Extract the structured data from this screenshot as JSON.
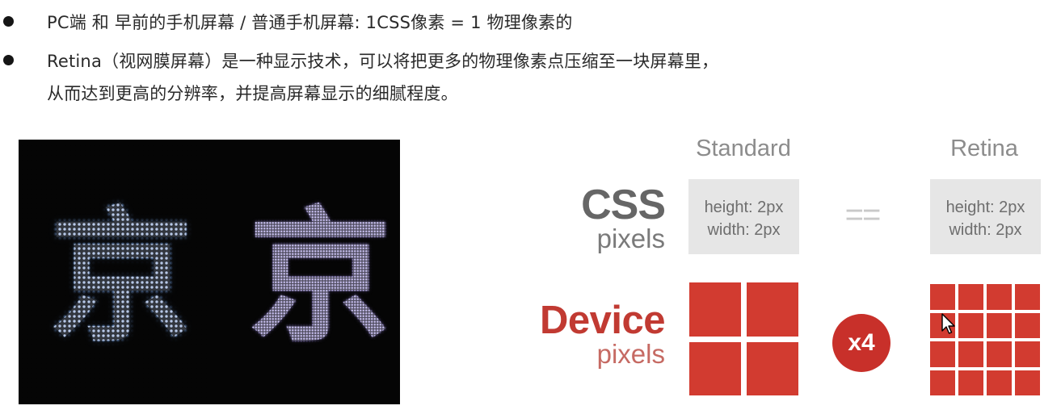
{
  "bullets": [
    {
      "text": "PC端 和 早前的手机屏幕 / 普通手机屏幕:  1CSS像素  =  1 物理像素的"
    },
    {
      "text": "Retina（视网膜屏幕）是一种显示技术，可以将把更多的物理像素点压缩至一块屏幕里，"
    },
    {
      "text": "从而达到更高的分辨率，并提高屏幕显示的细腻程度。"
    }
  ],
  "photo": {
    "glyph": "京"
  },
  "diagram": {
    "col_standard": "Standard",
    "col_retina": "Retina",
    "css_label": "CSS",
    "css_sublabel": "pixels",
    "device_label": "Device",
    "device_sublabel": "pixels",
    "standard_box": {
      "height": "height: 2px",
      "width": "width: 2px"
    },
    "retina_box": {
      "height": "height: 2px",
      "width": "width: 2px"
    },
    "equals": "==",
    "multiplier": "x4",
    "standard_device_pixels": 4,
    "retina_device_pixels": 16,
    "colors": {
      "red": "#d23b30",
      "gray_box": "#e6e6e6",
      "gray_text": "#8c8c8c"
    }
  },
  "icons": [
    "mouse-cursor-icon"
  ]
}
